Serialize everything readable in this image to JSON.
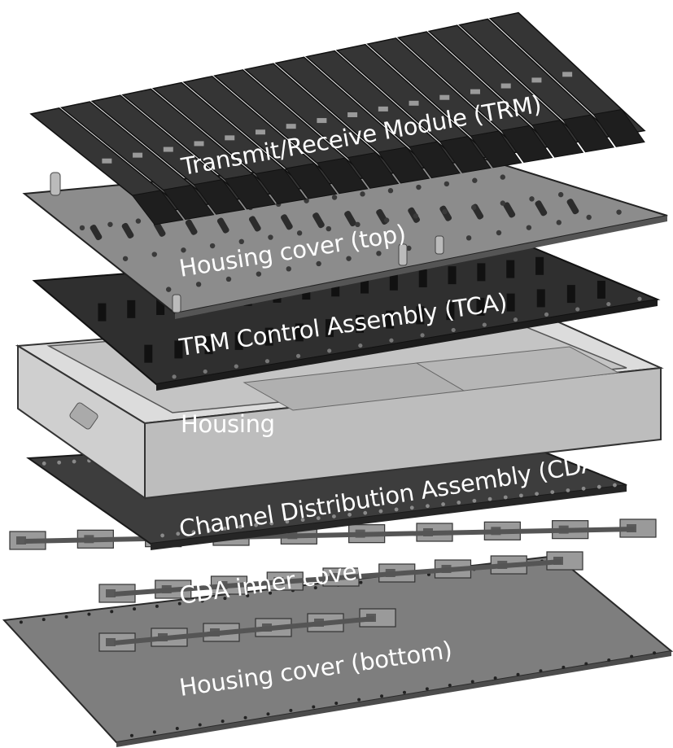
{
  "diagram": {
    "labels": {
      "trm": "Transmit/Receive Module (TRM)",
      "housing_top": "Housing  cover  (top)",
      "tca": "TRM Control Assembly (TCA)",
      "housing": "Housing",
      "cda": "Channel Distribution Assembly (CDA)",
      "cda_inner": "CDA  inner  cover",
      "housing_bottom": "Housing  cover  (bottom)"
    },
    "colors": {
      "trm": "#2e2e2e",
      "plate_light": "#8c8c8c",
      "plate_dark": "#3a3a3a",
      "housing_top": "#d7d7d7",
      "housing_side": "#bdbdbd",
      "cover_bottom": "#7e7e7e"
    },
    "trm_module_count": 16
  }
}
